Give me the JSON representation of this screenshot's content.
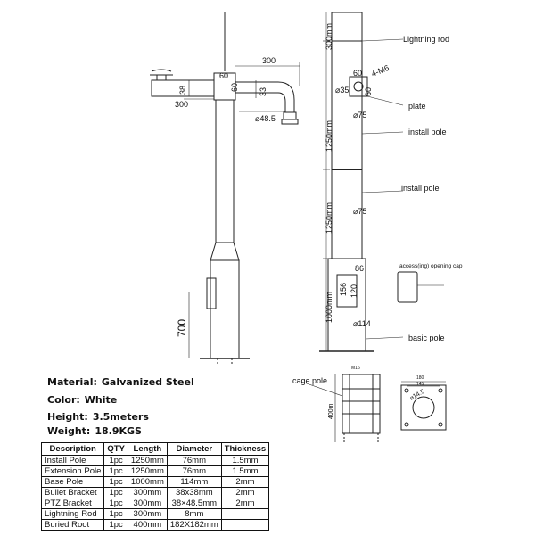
{
  "front_view": {
    "dims": {
      "arm_length": "300",
      "bracket_width": "60",
      "pole_width": "60",
      "bracket_height": "33",
      "pipe_diameter": "⌀48.5",
      "left_arm_length": "300",
      "left_arm_height": "38",
      "base_height": "700"
    }
  },
  "side_view": {
    "dims": {
      "lightning_rod_len": "300mm",
      "install_pole_len": "1250mm",
      "extension_pole_len": "1250mm",
      "base_pole_len": "1000mm",
      "bolt": "4-M6",
      "plate_width": "60",
      "plate_diameter": "⌀35",
      "plate_height": "60",
      "install_dia_1": "⌀75",
      "install_dia_2": "⌀75",
      "door_width": "86",
      "door_height_outer": "156",
      "door_height_inner": "120",
      "base_dia": "⌀114"
    },
    "callouts": {
      "lightning_rod": "Lightning rod",
      "plate": "plate",
      "install_pole_1": "install pole",
      "install_pole_2": "install pole",
      "access_cap": "access(ing) opening cap",
      "basic_pole": "basic pole"
    }
  },
  "cage": {
    "callout": "cage pole",
    "dims": {
      "top_width": "M16",
      "height": "400m",
      "plate_outer": "180",
      "plate_inner": "145",
      "plate_hole": "⌀14.5"
    }
  },
  "specs": [
    {
      "label": "Material:",
      "value": "Galvanized Steel"
    },
    {
      "label": "Color:",
      "value": "White"
    },
    {
      "label": "Height:",
      "value": "3.5meters"
    },
    {
      "label": "Weight:",
      "value": "18.9KGS"
    }
  ],
  "table": {
    "headers": [
      "Description",
      "QTY",
      "Length",
      "Diameter",
      "Thickness"
    ],
    "rows": [
      [
        "Install Pole",
        "1pc",
        "1250mm",
        "76mm",
        "1.5mm"
      ],
      [
        "Extension Pole",
        "1pc",
        "1250mm",
        "76mm",
        "1.5mm"
      ],
      [
        "Base Pole",
        "1pc",
        "1000mm",
        "114mm",
        "2mm"
      ],
      [
        "Bullet Bracket",
        "1pc",
        "300mm",
        "38x38mm",
        "2mm"
      ],
      [
        "PTZ Bracket",
        "1pc",
        "300mm",
        "38×48.5mm",
        "2mm"
      ],
      [
        "Lightning Rod",
        "1pc",
        "300mm",
        "8mm",
        ""
      ],
      [
        "Buried Root",
        "1pc",
        "400mm",
        "182X182mm",
        ""
      ]
    ]
  }
}
